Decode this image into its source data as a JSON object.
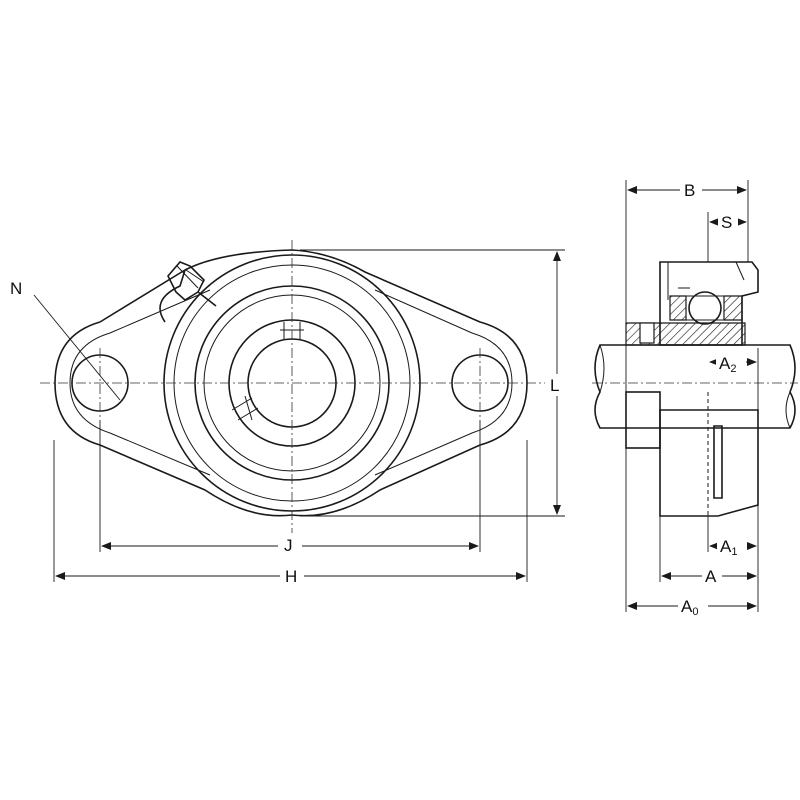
{
  "labels": {
    "N": "N",
    "J": "J",
    "H": "H",
    "L": "L",
    "B": "B",
    "S": "S",
    "A2": {
      "main": "A",
      "sub": "2"
    },
    "A1": {
      "main": "A",
      "sub": "1"
    },
    "A": "A",
    "A0": {
      "main": "A",
      "sub": "0"
    }
  },
  "colors": {
    "line": "#1a1a1a",
    "background": "#ffffff"
  }
}
